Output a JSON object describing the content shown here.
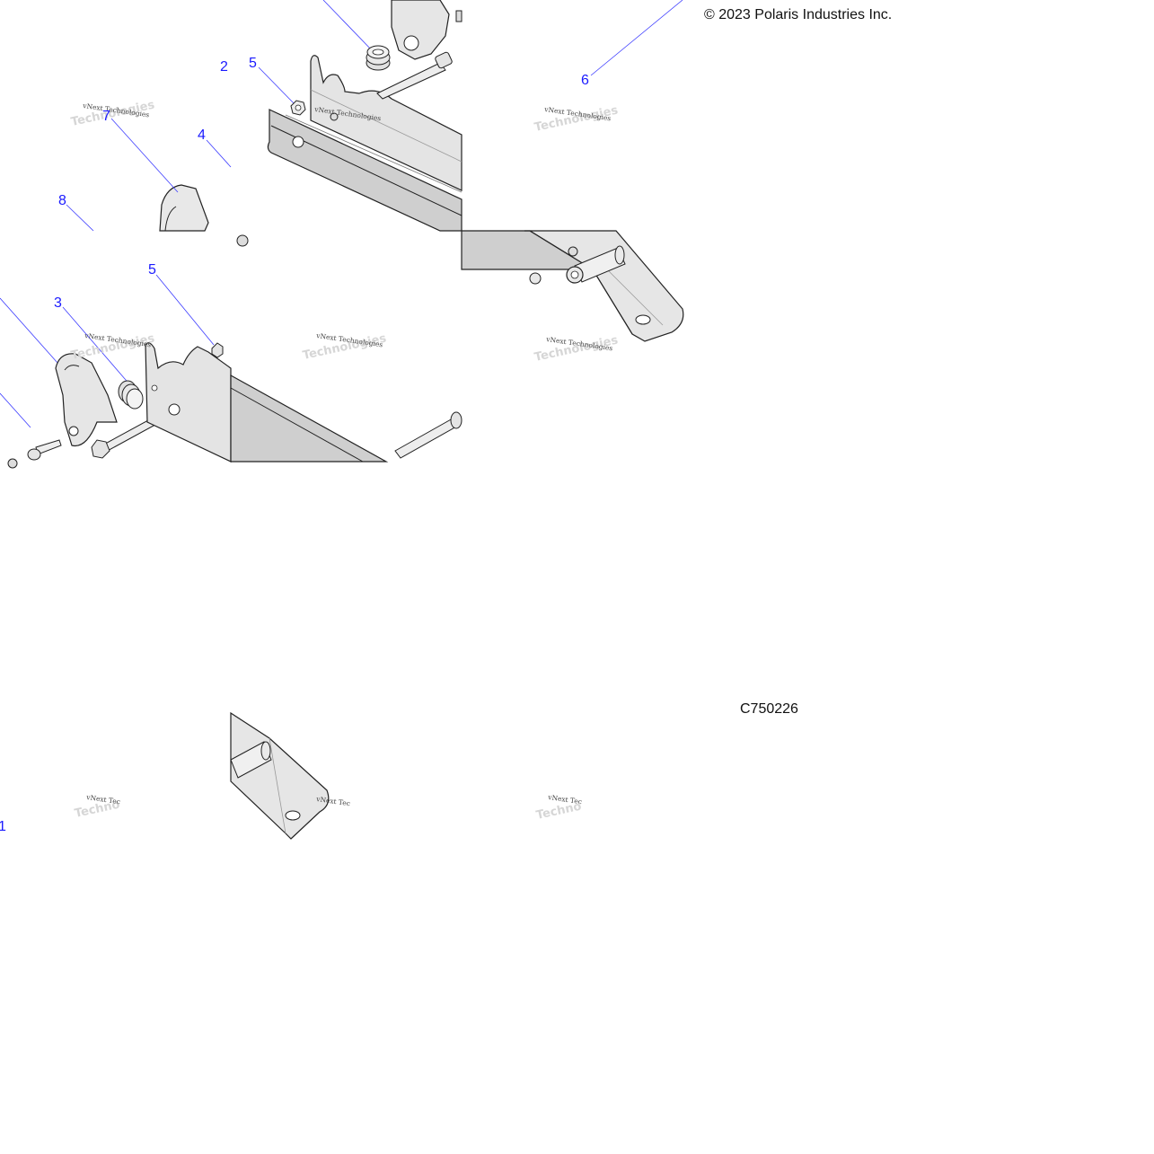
{
  "diagram": {
    "copyright": "© 2023 Polaris Industries Inc.",
    "figure_id": "C750226",
    "callout_color": "#1a1aff",
    "leader_color": "#3b3bff",
    "part_fill": "#d0d0d0",
    "callouts": [
      "2",
      "5",
      "6",
      "7",
      "4",
      "8",
      "5",
      "3",
      "1"
    ],
    "watermark_text": "vNext Technologies",
    "watermark_partial": "vNext Tec"
  }
}
